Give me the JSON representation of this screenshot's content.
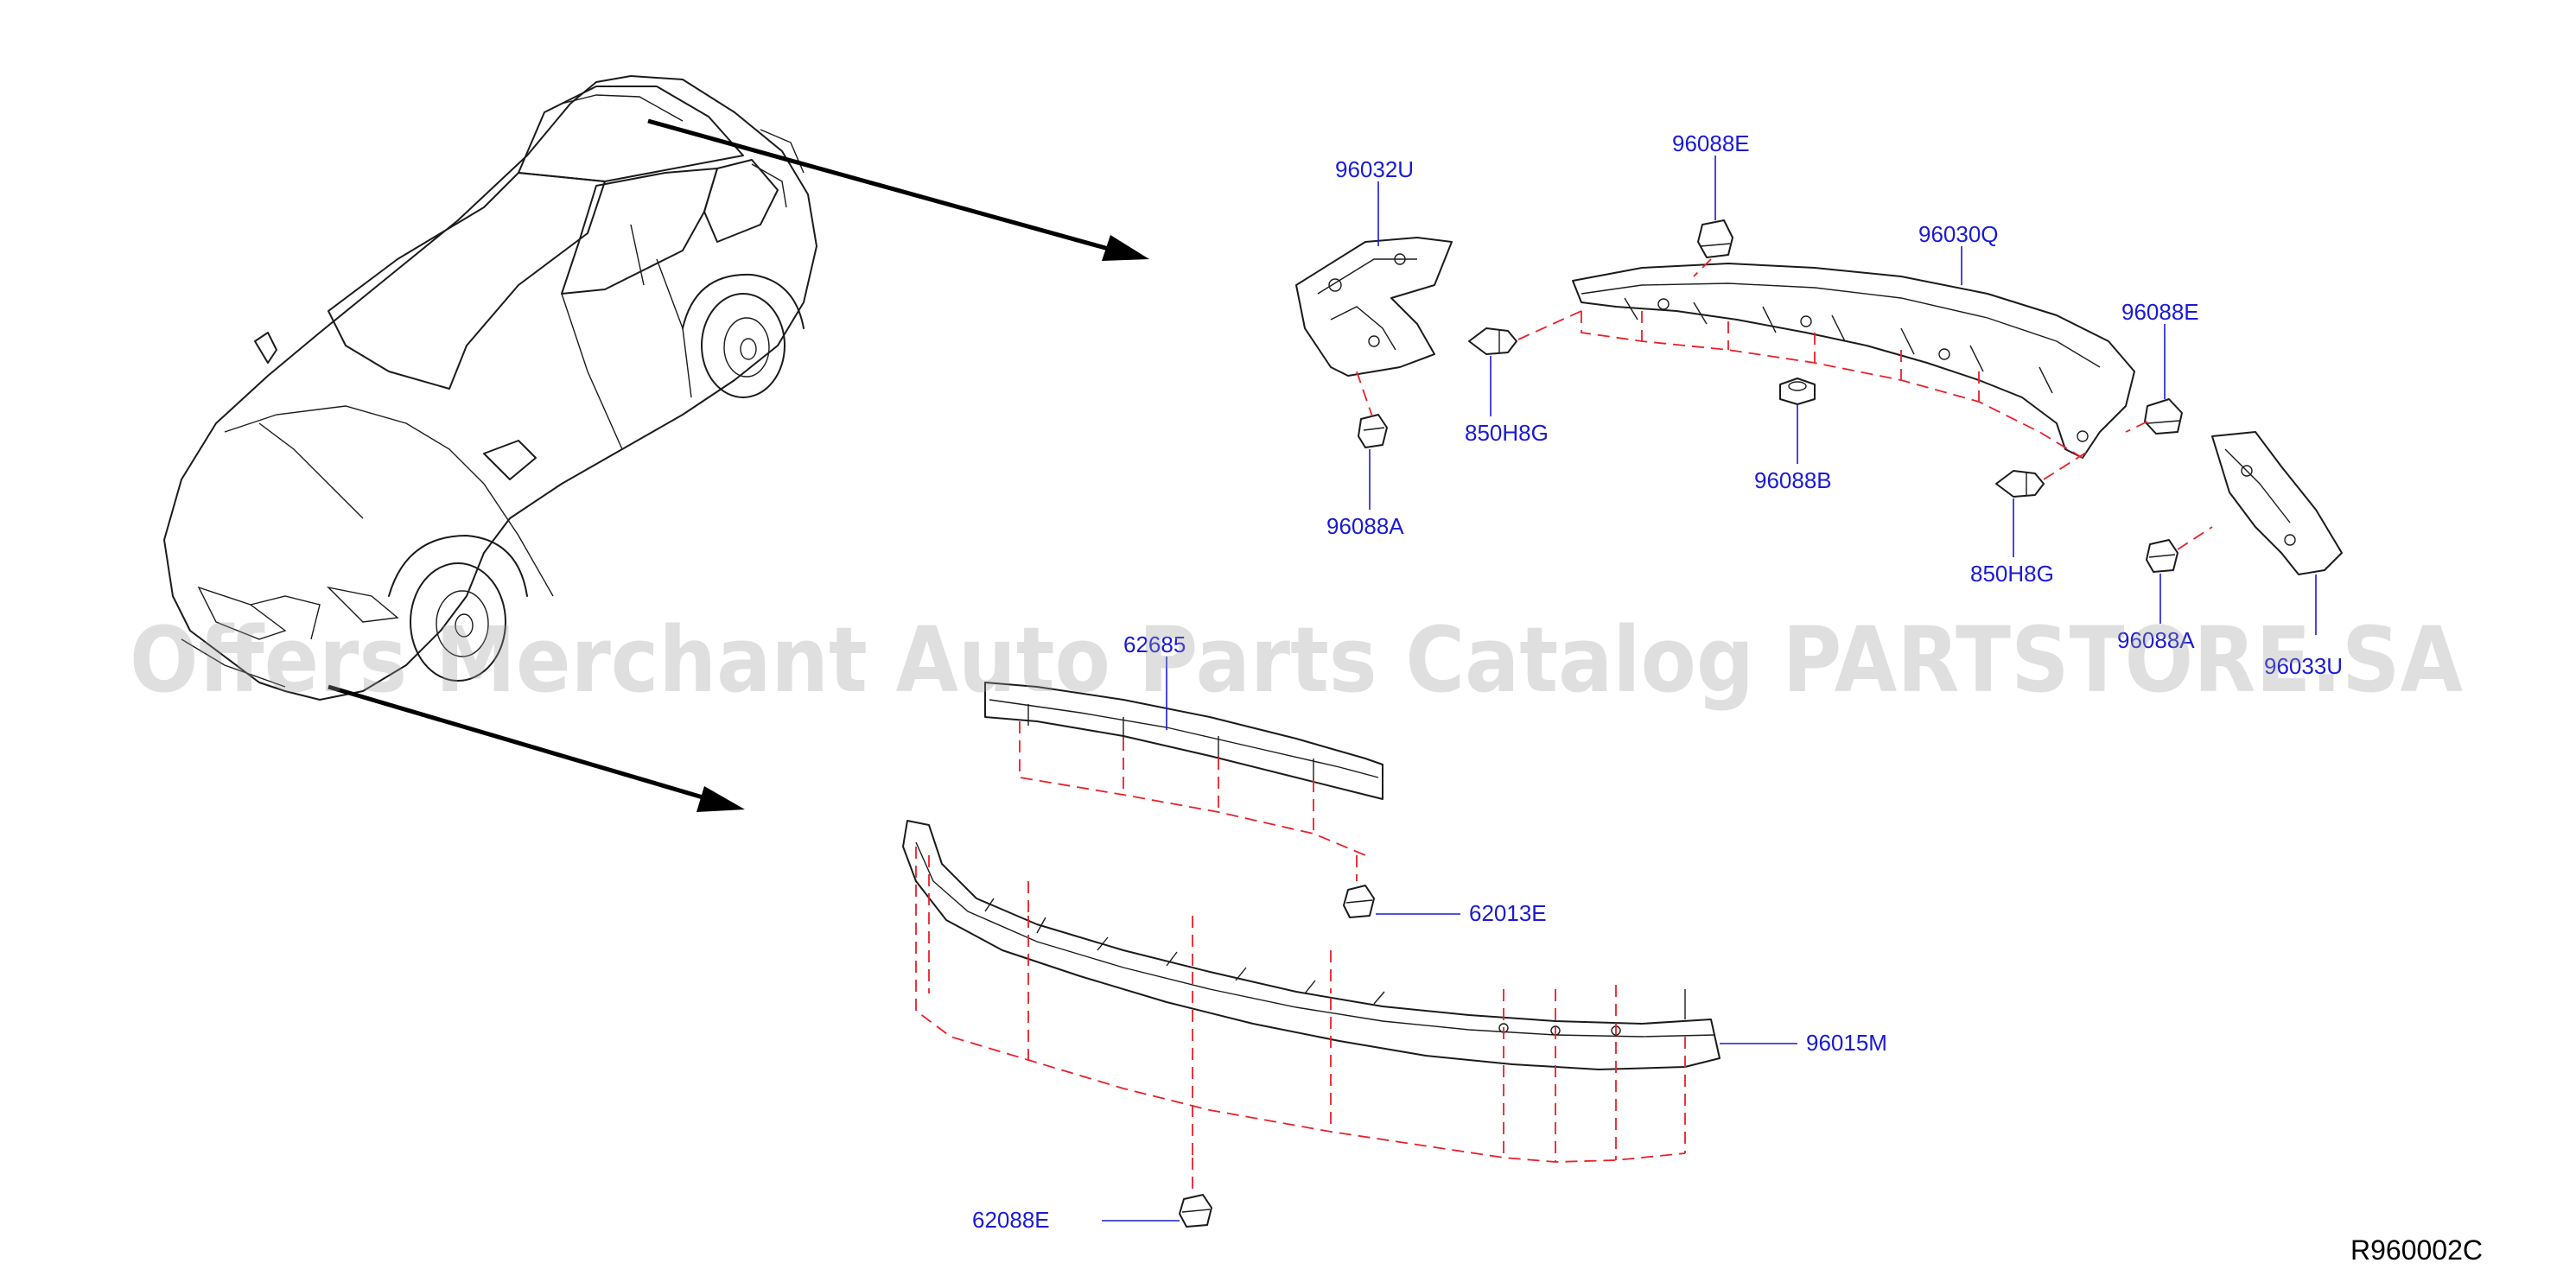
{
  "diagram_id": "R960002C",
  "watermark": "Offers Merchant Auto Parts Catalog PARTSTORE.SA",
  "colors": {
    "label": "#1a1ad6",
    "dashed_guides": "#e8202a",
    "outline": "#1b1b1b"
  },
  "parts": {
    "p96032U": "96032U",
    "p96088E_top": "96088E",
    "p96030Q": "96030Q",
    "p96088E_right": "96088E",
    "p850H8G_left": "850H8G",
    "p96088B": "96088B",
    "p96088A_left": "96088A",
    "p850H8G_right": "850H8G",
    "p96088A_right": "96088A",
    "p96033U": "96033U",
    "p62685": "62685",
    "p62013E": "62013E",
    "p96015M": "96015M",
    "p62088E": "62088E"
  }
}
